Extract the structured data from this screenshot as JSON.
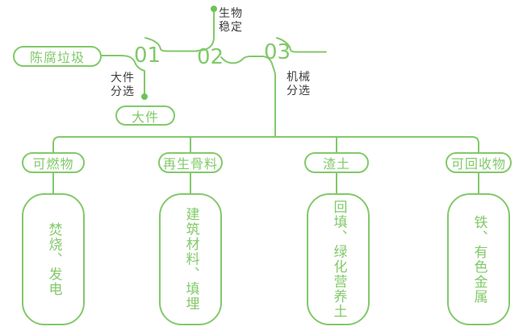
{
  "colors": {
    "line_green": "#82c96a",
    "label_dark": "#3d3d3d",
    "background": "#ffffff"
  },
  "flow": {
    "source": {
      "label": "陈腐垃圾"
    },
    "steps": [
      {
        "number": "01",
        "process": "大件\n分选"
      },
      {
        "number": "02",
        "process": "生物\n稳定"
      },
      {
        "number": "03",
        "process": "机械\n分选"
      }
    ],
    "byproduct": {
      "label": "大件"
    },
    "outputs": [
      {
        "category": "可燃物",
        "disposal": "焚烧、发电"
      },
      {
        "category": "再生骨料",
        "disposal": "建筑材料、填埋"
      },
      {
        "category": "渣土",
        "disposal": "回填、绿化营养土"
      },
      {
        "category": "可回收物",
        "disposal": "铁、有色金属"
      }
    ]
  }
}
